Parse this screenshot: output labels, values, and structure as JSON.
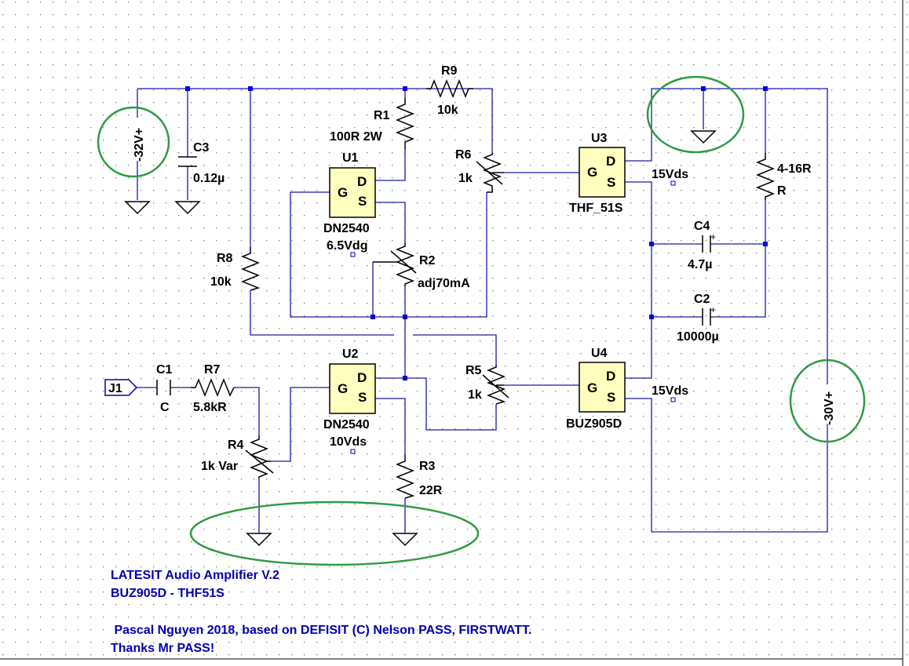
{
  "schematic": {
    "components": {
      "C3": {
        "ref": "C3",
        "value": "0.12µ"
      },
      "R1": {
        "ref": "R1",
        "value": "100R 2W"
      },
      "R9": {
        "ref": "R9",
        "value": "10k"
      },
      "R6": {
        "ref": "R6",
        "value": "1k"
      },
      "U1": {
        "ref": "U1",
        "part": "DN2540",
        "spice": "6.5Vdg"
      },
      "R2": {
        "ref": "R2",
        "value": "adj70mA"
      },
      "R8": {
        "ref": "R8",
        "value": "10k"
      },
      "U3": {
        "ref": "U3",
        "part": "THF_51S",
        "spice": "15Vds"
      },
      "R_load": {
        "ref": "4-16R",
        "value": "R"
      },
      "C4": {
        "ref": "C4",
        "value": "4.7µ"
      },
      "C2": {
        "ref": "C2",
        "value": "10000µ"
      },
      "C1": {
        "ref": "C1",
        "value": "C"
      },
      "R7": {
        "ref": "R7",
        "value": "5.8kR"
      },
      "U2": {
        "ref": "U2",
        "part": "DN2540",
        "spice": "10Vds"
      },
      "R5": {
        "ref": "R5",
        "value": "1k"
      },
      "U4": {
        "ref": "U4",
        "part": "BUZ905D",
        "spice": "15Vds"
      },
      "R4": {
        "ref": "R4",
        "value": "1k Var"
      },
      "R3": {
        "ref": "R3",
        "value": "22R"
      }
    },
    "sources": {
      "V1": {
        "label": "-32V+"
      },
      "V2": {
        "label": "-30V+"
      }
    },
    "connector": {
      "label": "J1"
    },
    "pins": {
      "g": "G",
      "d": "D",
      "s": "S"
    },
    "notes": {
      "line1": "LATESIT Audio Amplifier V.2",
      "line2": "BUZ905D - THF51S",
      "line3": " Pascal Nguyen 2018, based on DEFISIT (C) Nelson PASS, FIRSTWATT.",
      "line4": "Thanks Mr PASS!"
    },
    "colors": {
      "wire": "#1a1aa6",
      "component": "#000000",
      "chip_fill": "#ffffc0",
      "highlight": "#2e9b43",
      "note_text": "#0000b0",
      "junction": "#0000d0"
    }
  }
}
